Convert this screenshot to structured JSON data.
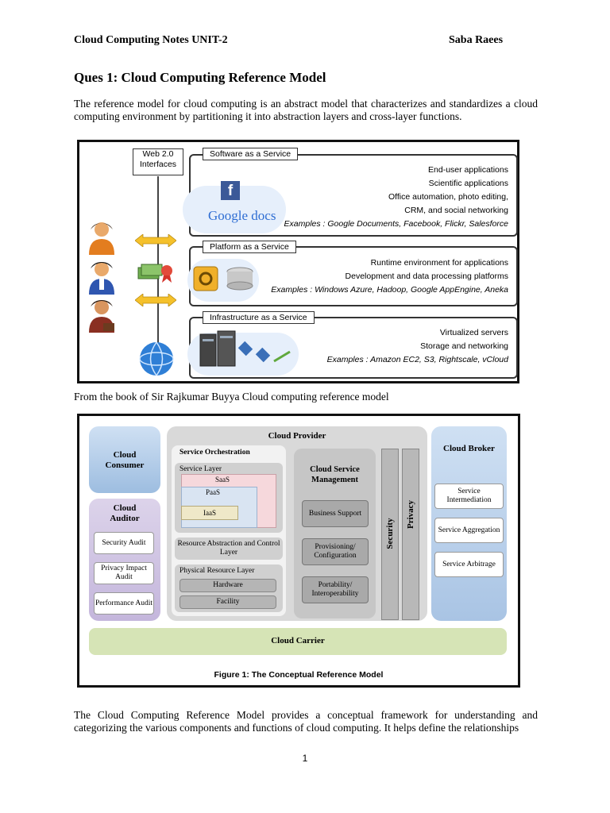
{
  "header": {
    "left": "Cloud Computing Notes UNIT-2",
    "right": "Saba Raees"
  },
  "question_title": "Ques 1: Cloud Computing Reference Model",
  "intro_paragraph": "The reference model for cloud computing is an abstract model that characterizes and standardizes a cloud computing environment by partitioning it into abstraction layers and cross-layer functions.",
  "figure1": {
    "web_interfaces": [
      "Web 2.0",
      "Interfaces"
    ],
    "saas": {
      "title": "Software as a Service",
      "items": [
        "End-user applications",
        "Scientific applications",
        "Office automation, photo editing,",
        "CRM, and social networking"
      ],
      "examples": "Examples : Google Documents, Facebook, Flickr, Salesforce",
      "logo_text": "Google docs"
    },
    "paas": {
      "title": "Platform as a Service",
      "items": [
        "Runtime environment for applications",
        "Development and data processing platforms"
      ],
      "examples": "Examples : Windows Azure, Hadoop, Google AppEngine, Aneka"
    },
    "iaas": {
      "title": "Infrastructure as a Service",
      "items": [
        "Virtualized servers",
        "Storage and networking"
      ],
      "examples": "Examples : Amazon EC2, S3, Rightscale, vCloud"
    }
  },
  "figure1_caption": "From the book of Sir Rajkumar Buyya Cloud computing reference model",
  "figure2": {
    "cloud_consumer": "Cloud Consumer",
    "cloud_auditor": "Cloud Auditor",
    "auditor_items": [
      "Security Audit",
      "Privacy Impact Audit",
      "Performance Audit"
    ],
    "cloud_provider": "Cloud Provider",
    "service_orchestration": "Service Orchestration",
    "service_layer": "Service Layer",
    "saas": "SaaS",
    "paas": "PaaS",
    "iaas": "IaaS",
    "resource_abstraction": "Resource Abstraction and Control Layer",
    "physical_resource_layer": "Physical Resource Layer",
    "hardware": "Hardware",
    "facility": "Facility",
    "cloud_service_management": "Cloud Service Management",
    "management_items": [
      "Business Support",
      "Provisioning/ Configuration",
      "Portability/ Interoperability"
    ],
    "security": "Security",
    "privacy": "Privacy",
    "cloud_broker": "Cloud Broker",
    "broker_items": [
      "Service Intermediation",
      "Service Aggregation",
      "Service Arbitrage"
    ],
    "cloud_carrier": "Cloud Carrier",
    "caption": "Figure 1: The Conceptual Reference Model"
  },
  "closing_paragraph": "The Cloud Computing Reference Model provides a conceptual framework for understanding and categorizing the various components and functions of cloud computing. It helps define the relationships",
  "page_number": "1"
}
